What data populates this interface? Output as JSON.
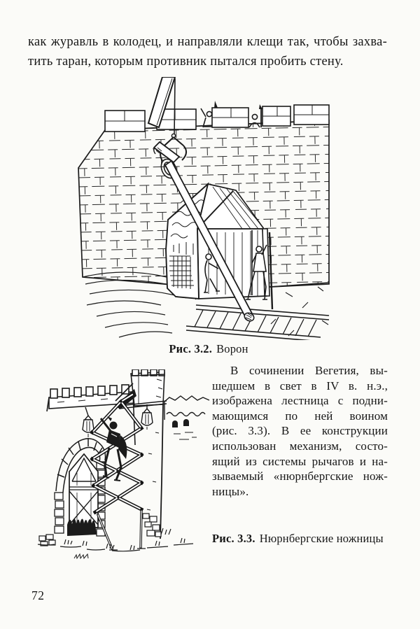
{
  "page": {
    "number": "72"
  },
  "paragraph_top": {
    "lines": [
      "как журавль в колодец, и направляли клещи так, чтобы захва-",
      "тить таран, которым противник пытался пробить стену."
    ]
  },
  "figure_3_2": {
    "caption_label": "Рис. 3.2.",
    "caption_title": "Ворон"
  },
  "paragraph_right": {
    "lines": [
      "В сочинении Вегетия, вы-",
      "шедшем в свет в IV в. н.э.,",
      "изображена лестница с подни-",
      "мающимся по ней воином",
      "(рис. 3.3). В ее конструкции",
      "использован механизм, состо-",
      "ящий из системы рычагов и на-",
      "зываемый «нюрнбергские нож-",
      "ницы»."
    ]
  },
  "figure_3_3": {
    "caption_label": "Рис. 3.3.",
    "caption_title": "Нюрнбергские ножницы"
  }
}
